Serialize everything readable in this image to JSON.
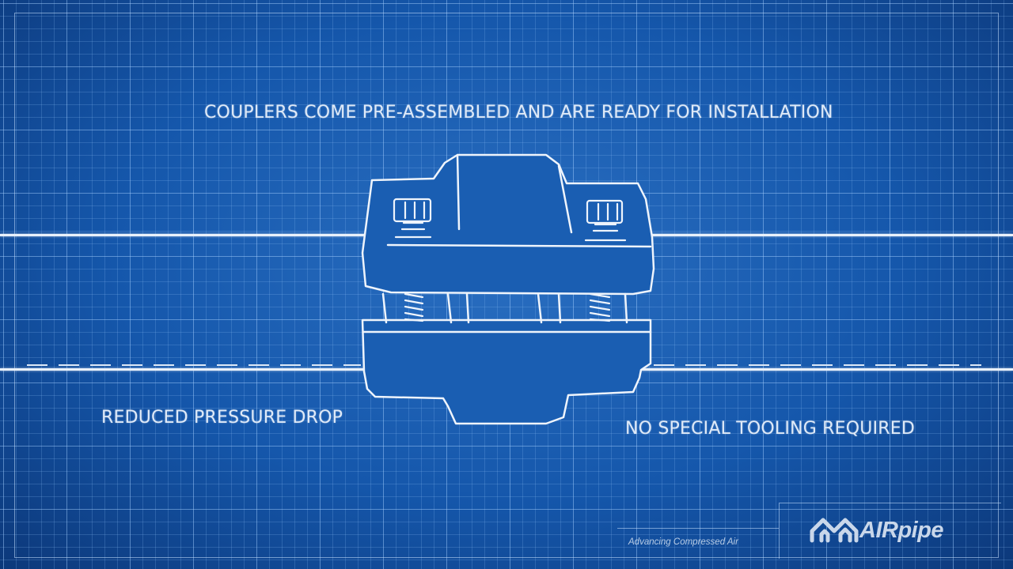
{
  "captions": {
    "top": "COUPLERS COME PRE-ASSEMBLED AND ARE READY FOR INSTALLATION",
    "left": "REDUCED PRESSURE DROP",
    "right": "NO SPECIAL TOOLING REQUIRED"
  },
  "footer": {
    "tagline": "Advancing Compressed Air",
    "brand": "AIRpipe"
  },
  "icons": {
    "logo": "airpipe-logo-icon",
    "illustration": "pipe-coupler-sketch"
  },
  "colors": {
    "background": "#1558ad",
    "lines": "#e9f1fb"
  }
}
